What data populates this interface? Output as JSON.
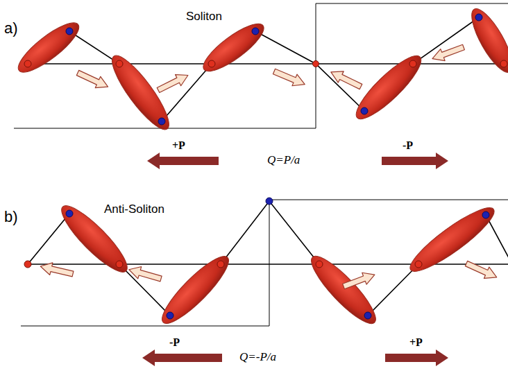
{
  "diagram": {
    "labels": [
      "a)",
      "Soliton",
      "+P",
      "Q=P/a",
      "-P",
      "b)",
      "Anti-Soliton",
      "-P",
      "Q=-P/a",
      "+P"
    ]
  }
}
